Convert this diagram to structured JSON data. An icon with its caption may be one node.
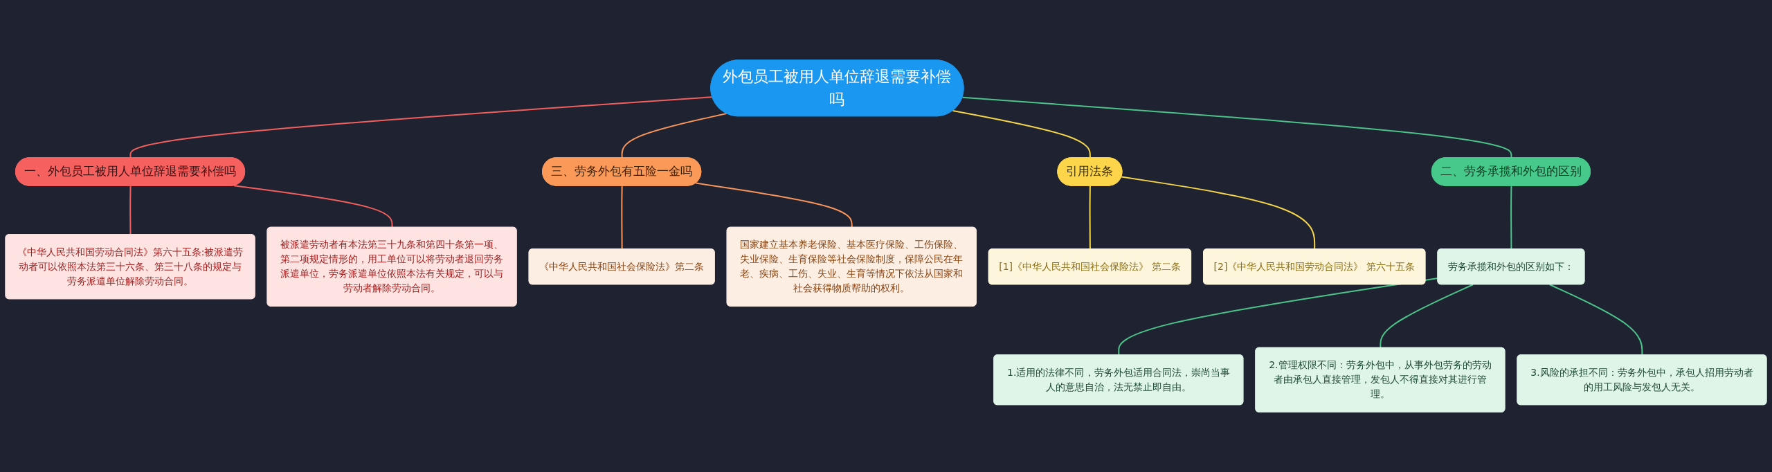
{
  "diagram": {
    "nodes": [
      {
        "text": [
          "外包员工被用人单位辞退需要补偿吗"
        ]
      },
      {
        "text": [
          "一、外包员工被用人单位辞退需要补偿吗"
        ]
      },
      {
        "text": [
          "《中华人民共和国劳动合同法》第六十五条:被派遣劳动者可以依照本法第三十六条、第三十八条的规定与劳务派遣单位解除劳动合同。"
        ]
      },
      {
        "text": [
          "被派遣劳动者有本法第三十九条和第四十条第一项、第二项规定情形的，用工单位可以将劳动者退回劳务派遣单位，劳务派遣单位依照本法有关规定，可以与劳动者解除劳动合同。"
        ]
      },
      {
        "text": [
          "二、劳务承揽和外包的区别"
        ]
      },
      {
        "text": [
          "劳务承揽和外包的区别如下："
        ]
      },
      {
        "text": [
          "1.适用的法律不同，劳务外包适用合同法，崇尚当事人的意思自治，法无禁止即自由。"
        ]
      },
      {
        "text": [
          "2.管理权限不同：劳务外包中，从事外包劳务的劳动者由承包人直接管理，发包人不得直接对其进行管理。"
        ]
      },
      {
        "text": [
          "3.风险的承担不同：劳务外包中，承包人招用劳动者的用工风险与发包人无关。"
        ]
      },
      {
        "text": [
          "三、劳务外包有五险一金吗"
        ]
      },
      {
        "text": [
          "《中华人民共和国社会保险法》第二条"
        ]
      },
      {
        "text": [
          "国家建立基本养老保险、基本医疗保险、工伤保险、失业保险、生育保险等社会保险制度，保障公民在年老、疾病、工伤、失业、生育等情况下依法从国家和社会获得物质帮助的权利。"
        ]
      },
      {
        "text": [
          "引用法条"
        ]
      },
      {
        "text": [
          "[1]《中华人民共和国社会保险法》 第二条"
        ]
      },
      {
        "text": [
          "[2]《中华人民共和国劳动合同法》 第六十五条"
        ]
      }
    ],
    "edges": [
      {
        "from": 0,
        "to": 1,
        "arrow": "none",
        "color": "#f25f5c"
      },
      {
        "from": 1,
        "to": 2,
        "arrow": "none",
        "color": "#f25f5c"
      },
      {
        "from": 1,
        "to": 3,
        "arrow": "none",
        "color": "#f25f5c"
      },
      {
        "from": 0,
        "to": 4,
        "arrow": "none",
        "color": "#4cc38a"
      },
      {
        "from": 4,
        "to": 5,
        "arrow": "none",
        "color": "#4cc38a"
      },
      {
        "from": 5,
        "to": 6,
        "arrow": "none",
        "color": "#4cc38a"
      },
      {
        "from": 5,
        "to": 7,
        "arrow": "none",
        "color": "#4cc38a"
      },
      {
        "from": 5,
        "to": 8,
        "arrow": "none",
        "color": "#4cc38a"
      },
      {
        "from": 0,
        "to": 9,
        "arrow": "none",
        "color": "#f8955a"
      },
      {
        "from": 9,
        "to": 10,
        "arrow": "none",
        "color": "#f8955a"
      },
      {
        "from": 9,
        "to": 11,
        "arrow": "none",
        "color": "#f8955a"
      },
      {
        "from": 0,
        "to": 12,
        "arrow": "none",
        "color": "#f5d54a"
      },
      {
        "from": 12,
        "to": 13,
        "arrow": "none",
        "color": "#f5d54a"
      },
      {
        "from": 12,
        "to": 14,
        "arrow": "none",
        "color": "#f5d54a"
      }
    ]
  }
}
